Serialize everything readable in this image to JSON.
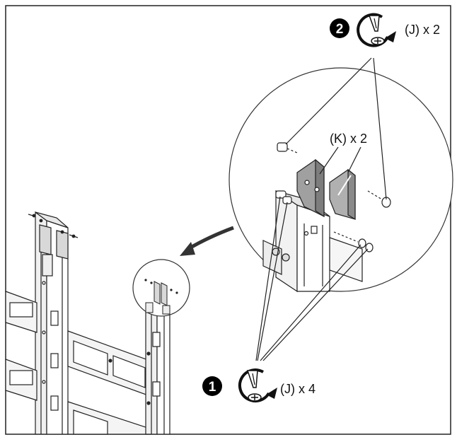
{
  "steps": [
    {
      "number": "1",
      "label": "(J) x 4",
      "icon": "screwdriver-rotate-icon"
    },
    {
      "number": "2",
      "label": "(J) x 2",
      "icon": "screwdriver-rotate-icon"
    }
  ],
  "parts": {
    "bracket_label": "(K) x 2"
  },
  "colors": {
    "line": "#222222",
    "badge": "#000000",
    "bracket": "#9a9a9a",
    "panel": "#f4f4f4"
  }
}
